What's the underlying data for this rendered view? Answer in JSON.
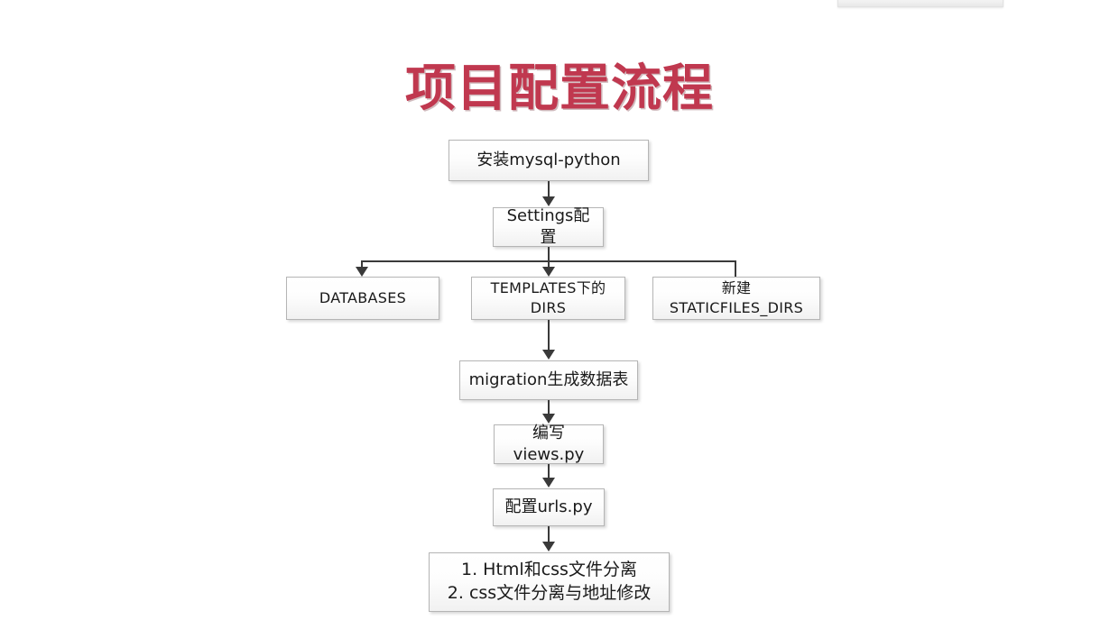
{
  "page": {
    "title_text": "项目配置流程",
    "title_color": "#c0384f",
    "background_color": "#ffffff",
    "node_border_color": "#b5b5b5",
    "connector_color": "#3a3a3a"
  },
  "flow": {
    "nodes": [
      {
        "id": "install",
        "label": "安装mysql-python"
      },
      {
        "id": "settings",
        "label": "Settings配置"
      },
      {
        "id": "databases",
        "label": "DATABASES"
      },
      {
        "id": "templates",
        "label": "TEMPLATES下的DIRS"
      },
      {
        "id": "staticfiles",
        "label": "新建STATICFILES_DIRS"
      },
      {
        "id": "migration",
        "label": "migration生成数据表"
      },
      {
        "id": "views",
        "label": "编写views.py"
      },
      {
        "id": "urls",
        "label": "配置urls.py"
      },
      {
        "id": "final",
        "label": "1. Html和css文件分离\n2. css文件分离与地址修改"
      }
    ]
  }
}
